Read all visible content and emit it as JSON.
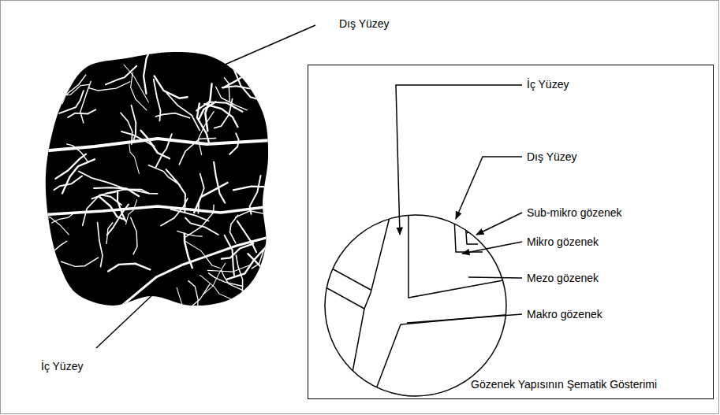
{
  "diagram": {
    "nodes": [
      {
        "text": [
          "Gözenek Yapısının Şematik Gösterimi"
        ]
      }
    ],
    "labels": [
      "Dış Yüzey",
      "İç Yüzey",
      "Dış Yüzey",
      "Sub-mikro gözenek",
      "Mikro gözenek",
      "Mezo gözenek",
      "Makro gözenek",
      "İç Yüzey"
    ]
  }
}
